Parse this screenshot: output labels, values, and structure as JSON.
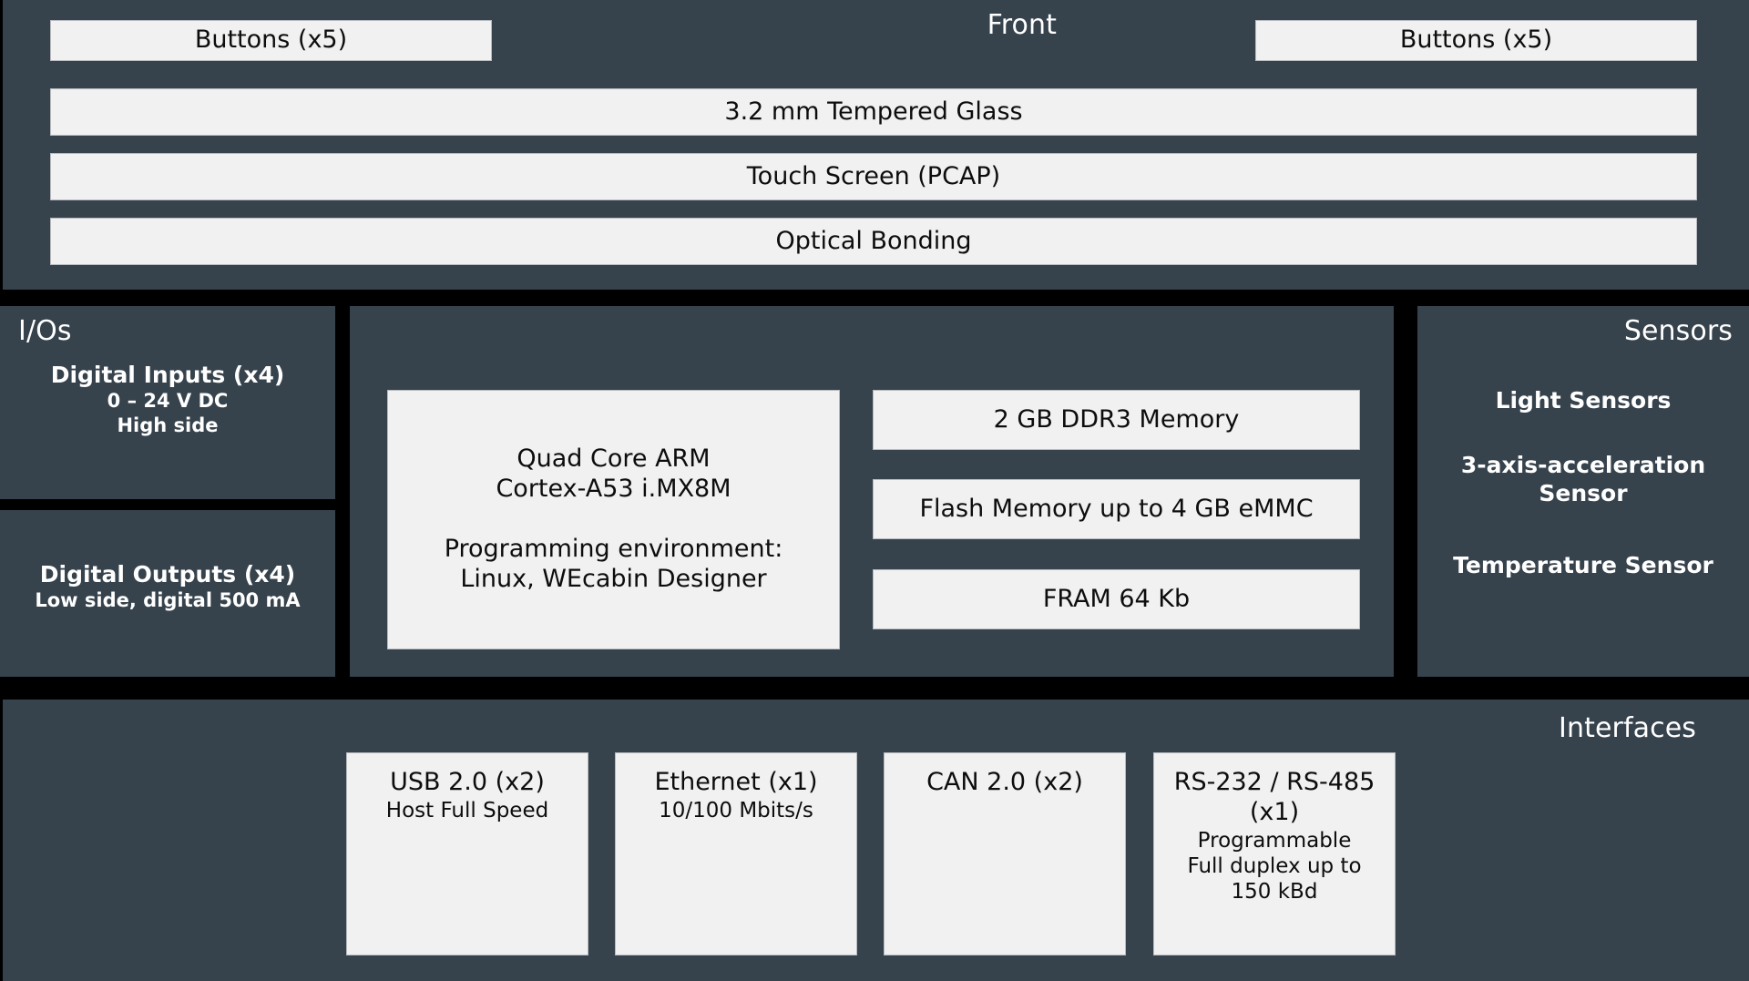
{
  "theme": {
    "panel_bg": "#36424c",
    "box_bg": "#f1f1f1",
    "outline": "#000000",
    "panel_text": "#ffffff",
    "box_text": "#0d0d0d"
  },
  "front": {
    "title": "Front",
    "buttons_left": "Buttons (x5)",
    "buttons_right": "Buttons (x5)",
    "layers": [
      "3.2 mm Tempered Glass",
      "Touch Screen (PCAP)",
      "Optical Bonding"
    ]
  },
  "ios": {
    "title": "I/Os",
    "inputs": {
      "title": "Digital Inputs (x4)",
      "line1": "0 – 24 V DC",
      "line2": "High side"
    },
    "outputs": {
      "title": "Digital Outputs (x4)",
      "line1": "Low side, digital 500 mA"
    }
  },
  "core": {
    "cpu": {
      "line1": "Quad Core ARM",
      "line2": "Cortex-A53 i.MX8M",
      "line3": "Programming environment:",
      "line4": "Linux, WEcabin Designer"
    },
    "memory": [
      "2 GB DDR3 Memory",
      "Flash Memory up to 4 GB eMMC",
      "FRAM 64 Kb"
    ]
  },
  "sensors": {
    "title": "Sensors",
    "items": [
      "Light Sensors",
      "3-axis-acceleration\nSensor",
      "Temperature Sensor"
    ],
    "item_1": "Light Sensors",
    "item_2_line1": "3-axis-acceleration",
    "item_2_line2": "Sensor",
    "item_3": "Temperature Sensor"
  },
  "interfaces": {
    "title": "Interfaces",
    "items": [
      {
        "title": "USB 2.0 (x2)",
        "lines": [
          "Host Full Speed"
        ]
      },
      {
        "title": "Ethernet (x1)",
        "lines": [
          "10/100 Mbits/s"
        ]
      },
      {
        "title": "CAN 2.0 (x2)",
        "lines": []
      },
      {
        "title": "RS-232 / RS-485",
        "lines": [
          "(x1)",
          "Programmable",
          "Full duplex up to",
          "150 kBd"
        ]
      }
    ],
    "usb": {
      "title": "USB 2.0 (x2)",
      "sub1": "Host Full Speed"
    },
    "eth": {
      "title": "Ethernet (x1)",
      "sub1": "10/100 Mbits/s"
    },
    "can": {
      "title": "CAN 2.0 (x2)"
    },
    "rs": {
      "title_l1": "RS-232 / RS-485",
      "title_l2": "(x1)",
      "sub1": "Programmable",
      "sub2": "Full duplex up to",
      "sub3": "150 kBd"
    }
  }
}
